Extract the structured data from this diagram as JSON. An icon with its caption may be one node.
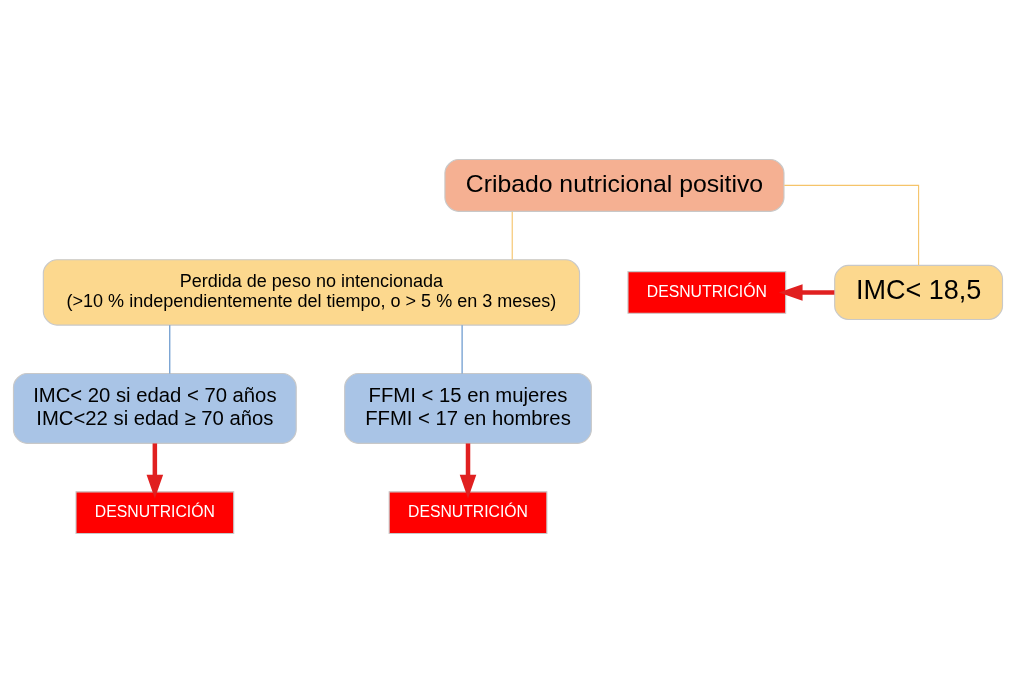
{
  "diagram": {
    "nodes": [
      {
        "text": [
          "Cribado nutricional positivo"
        ]
      },
      {
        "text": [
          "IMC< 18,5"
        ]
      },
      {
        "text": [
          "Perdida de peso no intencionada",
          "(>10 % independientemente del tiempo, o > 5 % en 3 meses)"
        ]
      },
      {
        "text": [
          "DESNUTRICIÓN"
        ]
      },
      {
        "text": [
          "IMC< 20 si edad < 70 años",
          "IMC<22 si edad ≥ 70 años"
        ]
      },
      {
        "text": [
          "FFMI < 15 en mujeres",
          "FFMI < 17 en hombres"
        ]
      },
      {
        "text": [
          "DESNUTRICIÓN"
        ]
      },
      {
        "text": [
          "DESNUTRICIÓN"
        ]
      }
    ],
    "edges": [
      {
        "from": 0,
        "to": 1,
        "arrow": "none",
        "color": "#f5c46a"
      },
      {
        "from": 0,
        "to": 2,
        "arrow": "none",
        "color": "#f5c46a"
      },
      {
        "from": 1,
        "to": 3,
        "arrow": "to",
        "style": "thick",
        "color": "#e02020"
      },
      {
        "from": 2,
        "to": 4,
        "arrow": "none",
        "color": "#5b8fc9"
      },
      {
        "from": 2,
        "to": 5,
        "arrow": "none",
        "color": "#5b8fc9"
      },
      {
        "from": 4,
        "to": 6,
        "arrow": "to",
        "style": "thick",
        "color": "#e02020"
      },
      {
        "from": 5,
        "to": 7,
        "arrow": "to",
        "style": "thick",
        "color": "#e02020"
      }
    ]
  }
}
